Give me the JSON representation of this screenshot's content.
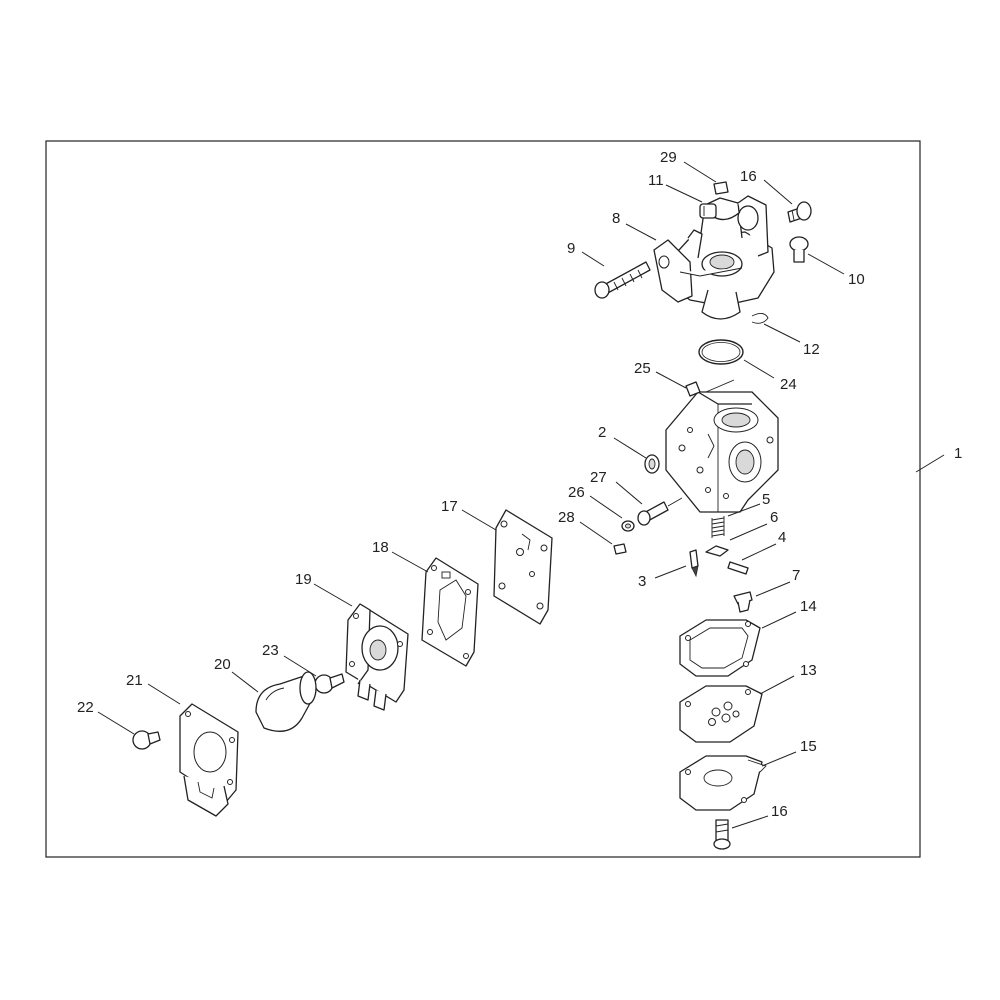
{
  "colors": {
    "line": "#222222",
    "background": "#ffffff",
    "shade": "#d9d9d9"
  },
  "callouts": {
    "c1": "1",
    "c2": "2",
    "c3": "3",
    "c4": "4",
    "c5": "5",
    "c6": "6",
    "c7": "7",
    "c8": "8",
    "c9": "9",
    "c10": "10",
    "c11": "11",
    "c12": "12",
    "c13": "13",
    "c14": "14",
    "c15": "15",
    "c16a": "16",
    "c16b": "16",
    "c17": "17",
    "c18": "18",
    "c19": "19",
    "c20": "20",
    "c21": "21",
    "c22": "22",
    "c23": "23",
    "c24": "24",
    "c25": "25",
    "c26": "26",
    "c27": "27",
    "c28": "28",
    "c29": "29"
  }
}
